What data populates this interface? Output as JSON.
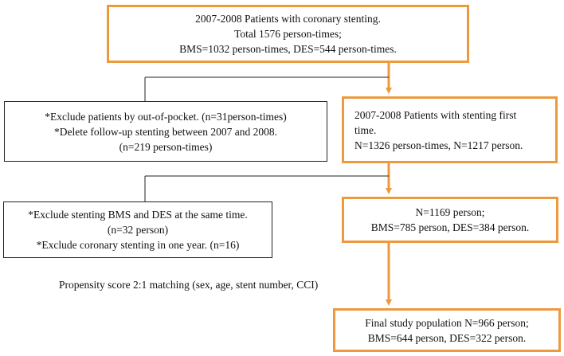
{
  "boxes": {
    "start": [
      "2007-2008 Patients with coronary stenting.",
      "Total 1576 person-times;",
      "BMS=1032 person-times,  DES=544 person-times."
    ],
    "exclude1": [
      "*Exclude patients by out-of-pocket. (n=31person-times)",
      "*Delete follow-up stenting between 2007 and 2008.",
      "(n=219 person-times)"
    ],
    "first_time": [
      "2007-2008 Patients  with  stenting  first",
      "time.",
      "N=1326 person-times, N=1217 person."
    ],
    "exclude2": [
      "*Exclude stenting BMS and DES at the same time.",
      "(n=32 person)",
      "*Exclude  coronary stenting  in one year. (n=16)"
    ],
    "after_exclusion": [
      "N=1169 person;",
      "BMS=785 person, DES=384 person."
    ],
    "final": [
      "Final study population  N=966 person;",
      "BMS=644 person, DES=322 person."
    ]
  },
  "matching_note": "Propensity score 2:1 matching (sex, age, stent number, CCI)",
  "colors": {
    "orange": "#ED9A3F",
    "line": "#222222"
  }
}
